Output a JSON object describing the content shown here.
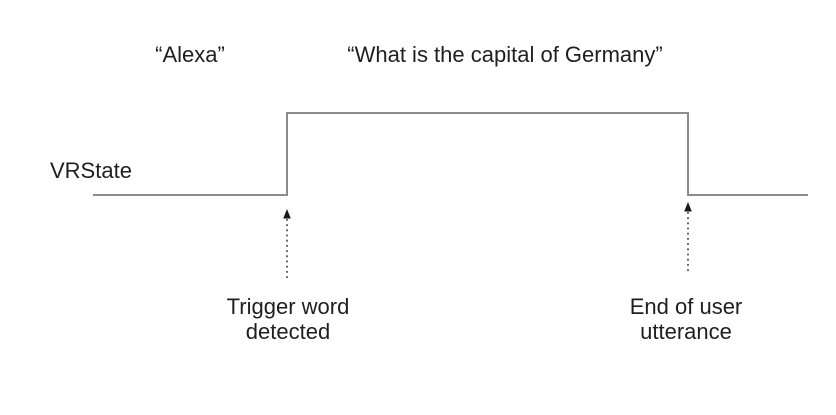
{
  "diagram": {
    "phrases": {
      "wake_word": "“Alexa”",
      "user_query": "“What is the capital of Germany”"
    },
    "signal_label": "VRState",
    "annotations": {
      "rising_edge": "Trigger word\ndetected",
      "falling_edge": "End of user\nutterance"
    },
    "waveform": {
      "signal": "VRState",
      "states": [
        "low",
        "high",
        "low"
      ],
      "events": [
        {
          "edge": "rising",
          "label": "Trigger word detected"
        },
        {
          "edge": "falling",
          "label": "End of user utterance"
        }
      ]
    },
    "colors": {
      "background": "#ffffff",
      "signal_line": "#8c8c8c",
      "arrow_dotted_line": "#3c3c3c",
      "arrow_head": "#1a1a1a",
      "text": "#1f1f1f"
    }
  }
}
